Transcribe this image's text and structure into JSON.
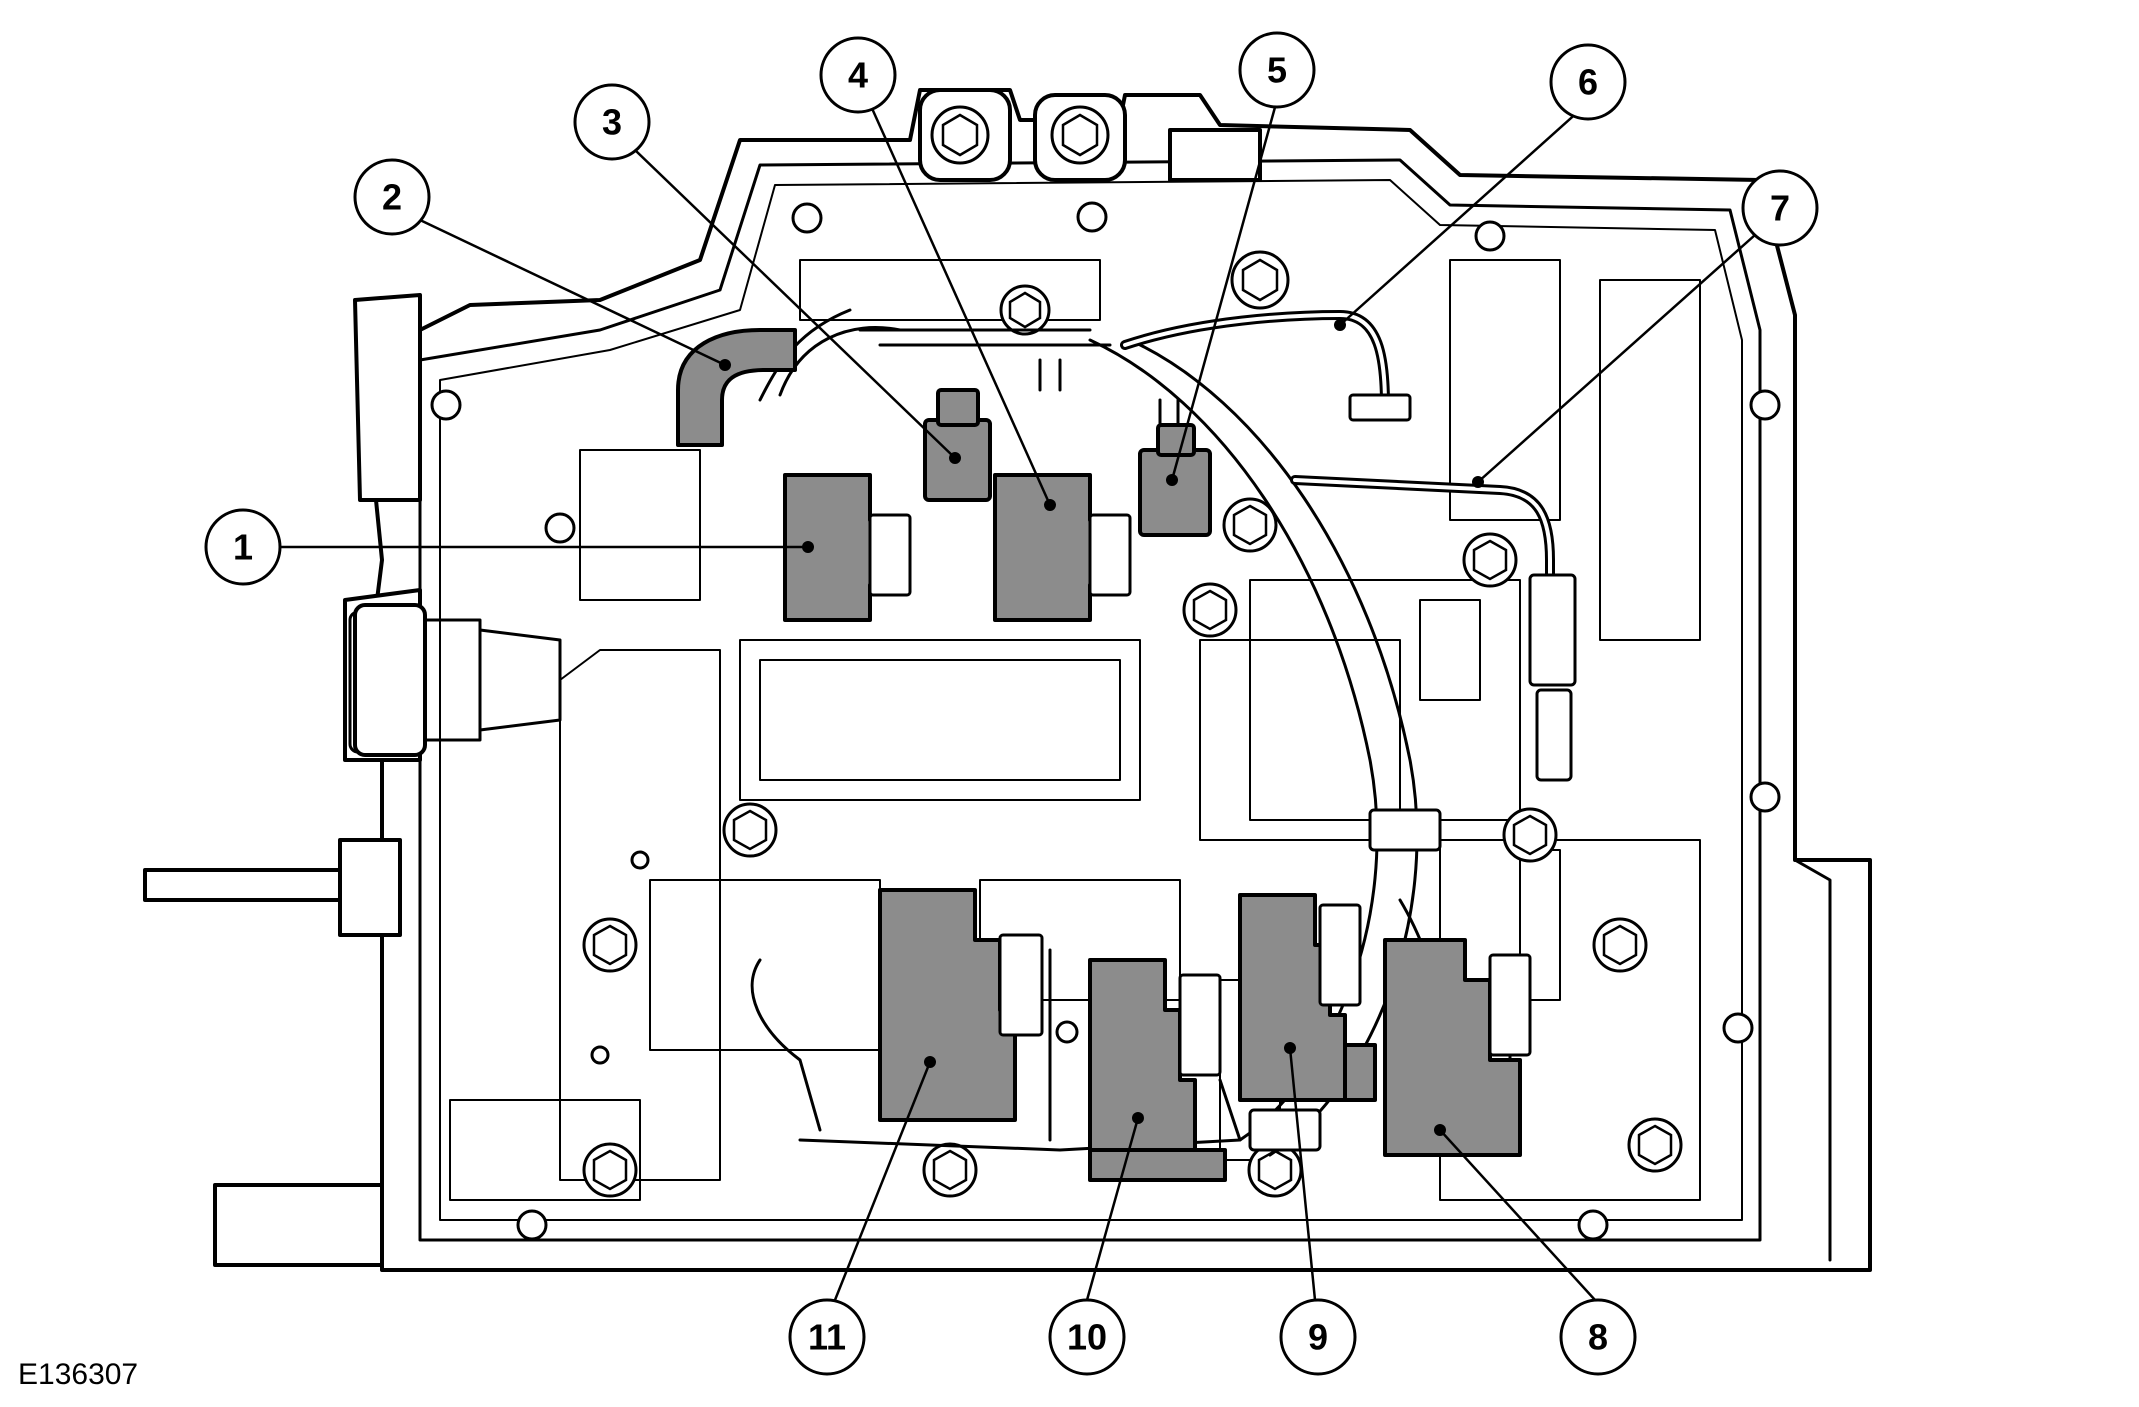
{
  "figure": {
    "reference_code": "E136307"
  },
  "callouts": [
    {
      "id": 1,
      "label": "1"
    },
    {
      "id": 2,
      "label": "2"
    },
    {
      "id": 3,
      "label": "3"
    },
    {
      "id": 4,
      "label": "4"
    },
    {
      "id": 5,
      "label": "5"
    },
    {
      "id": 6,
      "label": "6"
    },
    {
      "id": 7,
      "label": "7"
    },
    {
      "id": 8,
      "label": "8"
    },
    {
      "id": 9,
      "label": "9"
    },
    {
      "id": 10,
      "label": "10"
    },
    {
      "id": 11,
      "label": "11"
    }
  ],
  "colors": {
    "solenoid_fill": "#8c8c8c",
    "line": "#000000",
    "background": "#ffffff"
  }
}
